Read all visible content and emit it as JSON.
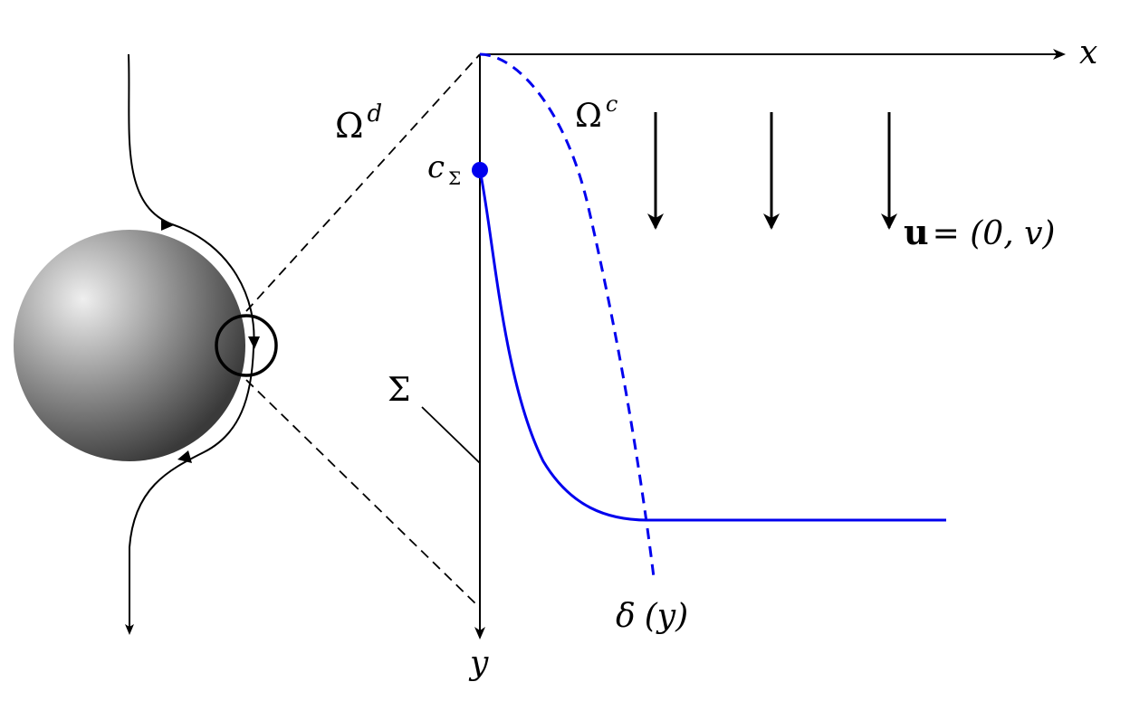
{
  "labels": {
    "x_axis": "x",
    "y_axis": "y",
    "omega_d_base": "Ω",
    "omega_d_sup": "d",
    "omega_c_base": "Ω",
    "omega_c_sup": "c",
    "c_sigma_base": "c",
    "c_sigma_sub": "Σ",
    "sigma": "Σ",
    "delta_func": "δ",
    "delta_arg": "(y)",
    "velocity_bold": "u",
    "velocity_rest": " = (0, v)"
  },
  "colors": {
    "curve": "#0000ee",
    "line": "#000000",
    "sphere_light": "#eeeeee",
    "sphere_dark": "#3a3a3a"
  }
}
